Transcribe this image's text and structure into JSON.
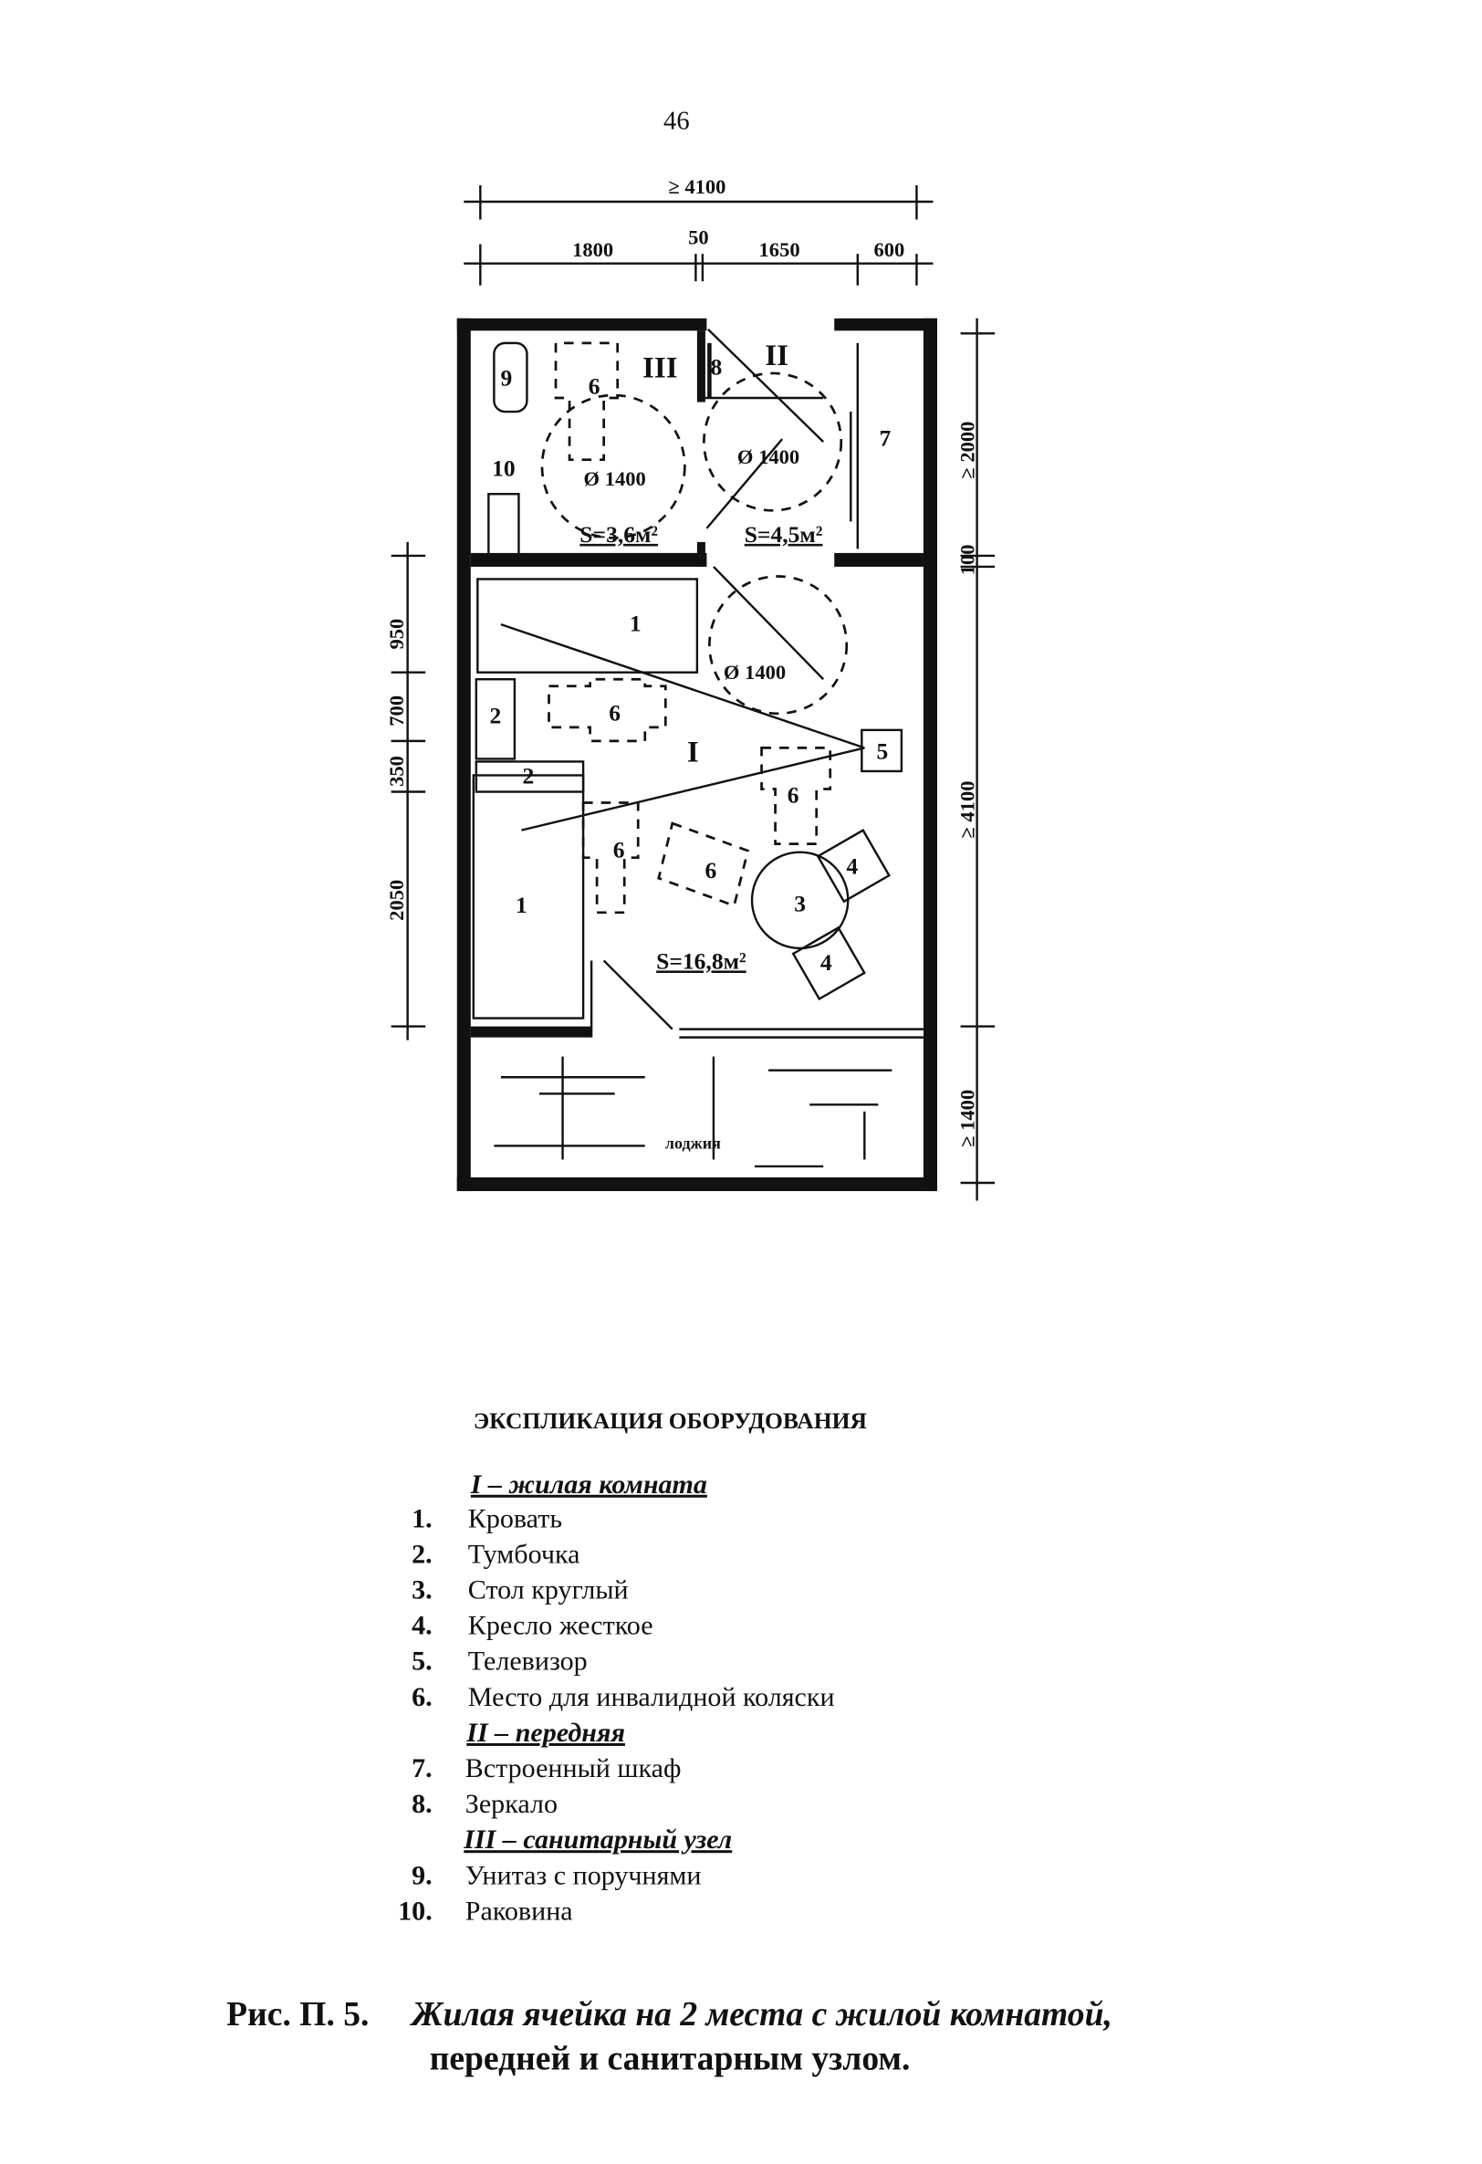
{
  "page_number": "46",
  "plan": {
    "dimensions_top": {
      "total": "≥ 4100",
      "d1": "1800",
      "d2": "50",
      "d3": "1650",
      "d4": "600"
    },
    "dimensions_left": [
      "950",
      "700",
      "350",
      "2050"
    ],
    "dimensions_right": [
      "≥ 2000",
      "100",
      "≥ 4100",
      "≥ 1400"
    ],
    "rooms": {
      "room_1": "I",
      "room_2": "II",
      "room_3": "III",
      "loggia": "лоджия"
    },
    "areas": {
      "sanitary": "S=3,6м²",
      "hall": "S=4,5м²",
      "living": "S=16,8м²"
    },
    "turning_circle": "Ø 1400",
    "markers": {
      "bed": "1",
      "nightstand": "2",
      "table": "3",
      "chair": "4",
      "tv": "5",
      "wheelchair": "6",
      "wardrobe": "7",
      "mirror": "8",
      "toilet": "9",
      "sink": "10"
    }
  },
  "legend": {
    "title": "ЭКСПЛИКАЦИЯ ОБОРУДОВАНИЯ",
    "groups": [
      {
        "heading": "I – жилая комната",
        "items": [
          {
            "num": "1.",
            "label": "Кровать"
          },
          {
            "num": "2.",
            "label": "Тумбочка"
          },
          {
            "num": "3.",
            "label": "Стол круглый"
          },
          {
            "num": "4.",
            "label": "Кресло жесткое"
          },
          {
            "num": "5.",
            "label": "Телевизор"
          },
          {
            "num": "6.",
            "label": "Место для инвалидной коляски"
          }
        ]
      },
      {
        "heading": "II – передняя",
        "items": [
          {
            "num": "7.",
            "label": "Встроенный шкаф"
          },
          {
            "num": "8.",
            "label": "Зеркало"
          }
        ]
      },
      {
        "heading": "III – санитарный узел",
        "items": [
          {
            "num": "9.",
            "label": "Унитаз с поручнями"
          },
          {
            "num": "10.",
            "label": "Раковина"
          }
        ]
      }
    ]
  },
  "caption": {
    "label": "Рис. П. 5.",
    "line1": "Жилая ячейка на 2 места с жилой комнатой,",
    "line2": "передней и санитарным узлом."
  }
}
